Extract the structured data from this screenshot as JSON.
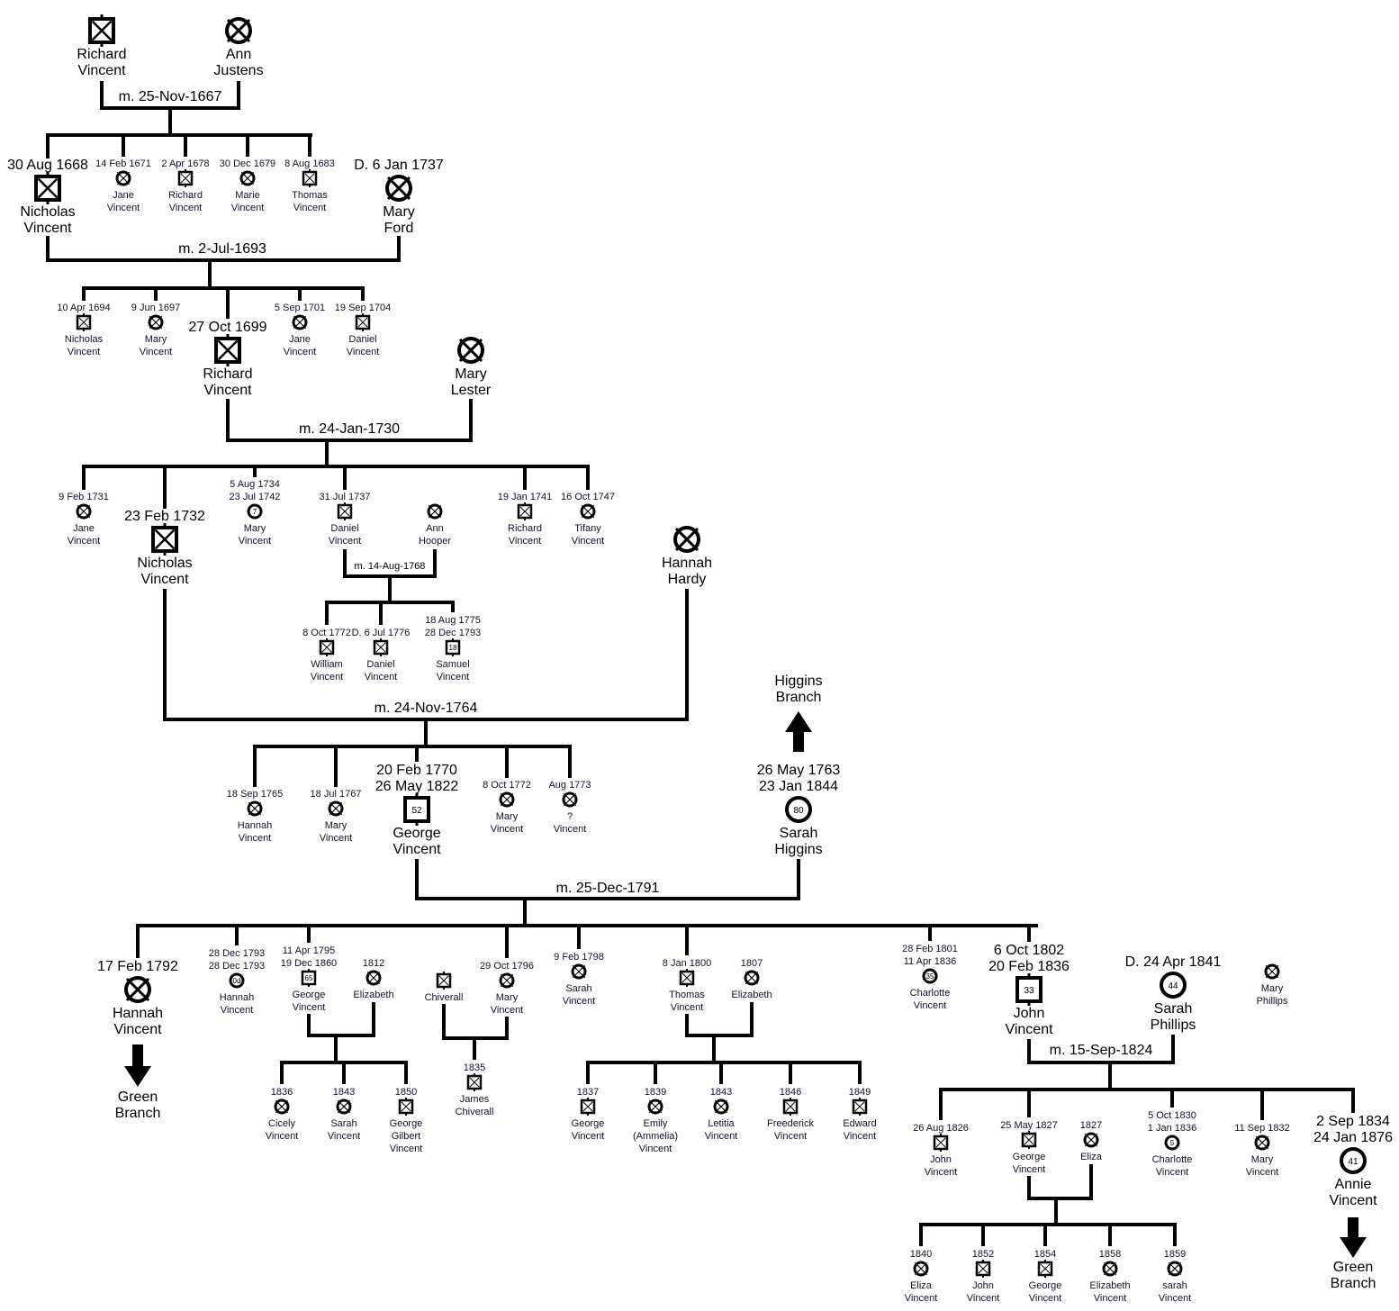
{
  "title": "Vincent family tree",
  "people": {
    "richard1": {
      "sex": "M",
      "dates": [],
      "name": [
        "Richard",
        "Vincent"
      ]
    },
    "ann": {
      "sex": "F",
      "dates": [],
      "name": [
        "Ann",
        "Justens"
      ]
    },
    "nicholas1": {
      "sex": "M",
      "dates": [
        "30 Aug 1668"
      ],
      "name": [
        "Nicholas",
        "Vincent"
      ]
    },
    "jane1": {
      "sex": "F",
      "dates": [
        "14 Feb 1671"
      ],
      "name": [
        "Jane",
        "Vincent"
      ]
    },
    "richard2": {
      "sex": "M",
      "dates": [
        "2 Apr 1678"
      ],
      "name": [
        "Richard",
        "Vincent"
      ]
    },
    "marie": {
      "sex": "F",
      "dates": [
        "30 Dec 1679"
      ],
      "name": [
        "Marie",
        "Vincent"
      ]
    },
    "thomas1": {
      "sex": "M",
      "dates": [
        "8 Aug 1683"
      ],
      "name": [
        "Thomas",
        "Vincent"
      ]
    },
    "maryford": {
      "sex": "F",
      "dates": [
        "D. 6 Jan 1737"
      ],
      "name": [
        "Mary",
        "Ford"
      ]
    },
    "nicholas2": {
      "sex": "M",
      "dates": [
        "10 Apr 1694"
      ],
      "name": [
        "Nicholas",
        "Vincent"
      ]
    },
    "mary1": {
      "sex": "F",
      "dates": [
        "9 Jun 1697"
      ],
      "name": [
        "Mary",
        "Vincent"
      ]
    },
    "richard3": {
      "sex": "M",
      "dates": [
        "27 Oct 1699"
      ],
      "name": [
        "Richard",
        "Vincent"
      ]
    },
    "jane2": {
      "sex": "F",
      "dates": [
        "5 Sep 1701"
      ],
      "name": [
        "Jane",
        "Vincent"
      ]
    },
    "daniel1": {
      "sex": "M",
      "dates": [
        "19 Sep 1704"
      ],
      "name": [
        "Daniel",
        "Vincent"
      ]
    },
    "marylester": {
      "sex": "F",
      "dates": [],
      "name": [
        "Mary",
        "Lester"
      ]
    },
    "jane3": {
      "sex": "F",
      "dates": [
        "9 Feb 1731"
      ],
      "name": [
        "Jane",
        "Vincent"
      ]
    },
    "nicholas3": {
      "sex": "M",
      "dates": [
        "23 Feb 1732"
      ],
      "name": [
        "Nicholas",
        "Vincent"
      ]
    },
    "mary2": {
      "sex": "F",
      "dates": [
        "5 Aug 1734",
        "23 Jul 1742"
      ],
      "name": [
        "Mary",
        "Vincent"
      ],
      "age": "7"
    },
    "daniel2": {
      "sex": "M",
      "dates": [
        "31 Jul 1737"
      ],
      "name": [
        "Daniel",
        "Vincent"
      ]
    },
    "annhooper": {
      "sex": "F",
      "dates": [],
      "name": [
        "Ann",
        "Hooper"
      ]
    },
    "richard4": {
      "sex": "M",
      "dates": [
        "19 Jan 1741"
      ],
      "name": [
        "Richard",
        "Vincent"
      ]
    },
    "tifany": {
      "sex": "F",
      "dates": [
        "16 Oct 1747"
      ],
      "name": [
        "Tifany",
        "Vincent"
      ]
    },
    "william": {
      "sex": "M",
      "dates": [
        "8 Oct 1772"
      ],
      "name": [
        "William",
        "Vincent"
      ]
    },
    "daniel3": {
      "sex": "M",
      "dates": [
        "D. 6 Jul 1776"
      ],
      "name": [
        "Daniel",
        "Vincent"
      ]
    },
    "samuel": {
      "sex": "M",
      "dates": [
        "18 Aug 1775",
        "28 Dec 1793"
      ],
      "name": [
        "Samuel",
        "Vincent"
      ],
      "age": "18"
    },
    "hannahhardy": {
      "sex": "F",
      "dates": [],
      "name": [
        "Hannah",
        "Hardy"
      ]
    },
    "hannah1": {
      "sex": "F",
      "dates": [
        "18 Sep 1765"
      ],
      "name": [
        "Hannah",
        "Vincent"
      ]
    },
    "mary3": {
      "sex": "F",
      "dates": [
        "18 Jul 1767"
      ],
      "name": [
        "Mary",
        "Vincent"
      ]
    },
    "george1": {
      "sex": "M",
      "dates": [
        "20 Feb 1770",
        "26 May 1822"
      ],
      "name": [
        "George",
        "Vincent"
      ],
      "age": "52"
    },
    "mary4": {
      "sex": "F",
      "dates": [
        "8 Oct 1772"
      ],
      "name": [
        "Mary",
        "Vincent"
      ]
    },
    "unknown": {
      "sex": "F",
      "dates": [
        "Aug 1773"
      ],
      "name": [
        "?",
        "Vincent"
      ]
    },
    "sarahhiggins": {
      "sex": "F",
      "dates": [
        "26 May 1763",
        "23 Jan 1844"
      ],
      "name": [
        "Sarah",
        "Higgins"
      ],
      "age": "80"
    },
    "hannah2": {
      "sex": "F",
      "dates": [
        "17 Feb 1792"
      ],
      "name": [
        "Hannah",
        "Vincent"
      ]
    },
    "hannah3": {
      "sex": "F",
      "dates": [
        "28 Dec 1793",
        "28 Dec 1793"
      ],
      "name": [
        "Hannah",
        "Vincent"
      ],
      "age": "0d"
    },
    "george2": {
      "sex": "M",
      "dates": [
        "11 Apr 1795",
        "19 Dec 1860"
      ],
      "name": [
        "George",
        "Vincent"
      ],
      "age": "65"
    },
    "elizabeth1": {
      "sex": "F",
      "dates": [
        "1812"
      ],
      "name": [
        "Elizabeth"
      ]
    },
    "cicely": {
      "sex": "F",
      "dates": [
        "1836"
      ],
      "name": [
        "Cicely",
        "Vincent"
      ]
    },
    "sarah1": {
      "sex": "F",
      "dates": [
        "1843"
      ],
      "name": [
        "Sarah",
        "Vincent"
      ]
    },
    "georgegilbert": {
      "sex": "M",
      "dates": [
        "1850"
      ],
      "name": [
        "George",
        "Gilbert",
        "Vincent"
      ]
    },
    "chiverall": {
      "sex": "M",
      "dates": [],
      "name": [
        "Chiverall"
      ]
    },
    "mary5": {
      "sex": "F",
      "dates": [
        "29 Oct 1796"
      ],
      "name": [
        "Mary",
        "Vincent"
      ]
    },
    "james": {
      "sex": "M",
      "dates": [
        "1835"
      ],
      "name": [
        "James",
        "Chiverall"
      ]
    },
    "sarah2": {
      "sex": "F",
      "dates": [
        "9 Feb 1798"
      ],
      "name": [
        "Sarah",
        "Vincent"
      ]
    },
    "thomas2": {
      "sex": "M",
      "dates": [
        "8 Jan 1800"
      ],
      "name": [
        "Thomas",
        "Vincent"
      ]
    },
    "elizabeth2": {
      "sex": "F",
      "dates": [
        "1807"
      ],
      "name": [
        "Elizabeth"
      ]
    },
    "george3": {
      "sex": "M",
      "dates": [
        "1837"
      ],
      "name": [
        "George",
        "Vincent"
      ]
    },
    "emily": {
      "sex": "F",
      "dates": [
        "1839"
      ],
      "name": [
        "Emily",
        "(Ammelia)",
        "Vincent"
      ]
    },
    "letitia": {
      "sex": "F",
      "dates": [
        "1843"
      ],
      "name": [
        "Letitia",
        "Vincent"
      ]
    },
    "freederick": {
      "sex": "M",
      "dates": [
        "1846"
      ],
      "name": [
        "Freederick",
        "Vincent"
      ]
    },
    "edward": {
      "sex": "M",
      "dates": [
        "1849"
      ],
      "name": [
        "Edward",
        "Vincent"
      ]
    },
    "charlotte1": {
      "sex": "F",
      "dates": [
        "28 Feb 1801",
        "11 Apr 1836"
      ],
      "name": [
        "Charlotte",
        "Vincent"
      ],
      "age": "35"
    },
    "john1": {
      "sex": "M",
      "dates": [
        "6 Oct 1802",
        "20 Feb 1836"
      ],
      "name": [
        "John",
        "Vincent"
      ],
      "age": "33"
    },
    "sarahphillips": {
      "sex": "F",
      "dates": [
        "D. 24 Apr 1841"
      ],
      "name": [
        "Sarah",
        "Phillips"
      ],
      "age": "44"
    },
    "maryphillips": {
      "sex": "F",
      "dates": [],
      "name": [
        "Mary",
        "Phillips"
      ]
    },
    "john2": {
      "sex": "M",
      "dates": [
        "26 Aug 1826"
      ],
      "name": [
        "John",
        "Vincent"
      ]
    },
    "george4": {
      "sex": "M",
      "dates": [
        "25 May 1827"
      ],
      "name": [
        "George",
        "Vincent"
      ]
    },
    "eliza1": {
      "sex": "F",
      "dates": [
        "1827"
      ],
      "name": [
        "Eliza"
      ]
    },
    "charlotte2": {
      "sex": "F",
      "dates": [
        "5 Oct 1830",
        "1 Jan 1836"
      ],
      "name": [
        "Charlotte",
        "Vincent"
      ],
      "age": "5"
    },
    "mary6": {
      "sex": "F",
      "dates": [
        "11 Sep 1832"
      ],
      "name": [
        "Mary",
        "Vincent"
      ]
    },
    "annie": {
      "sex": "F",
      "dates": [
        "2 Sep 1834",
        "24 Jan 1876"
      ],
      "name": [
        "Annie",
        "Vincent"
      ],
      "age": "41"
    },
    "eliza2": {
      "sex": "F",
      "dates": [
        "1840"
      ],
      "name": [
        "Eliza",
        "Vincent"
      ]
    },
    "john3": {
      "sex": "M",
      "dates": [
        "1852"
      ],
      "name": [
        "John",
        "Vincent"
      ]
    },
    "george5": {
      "sex": "M",
      "dates": [
        "1854"
      ],
      "name": [
        "George",
        "Vincent"
      ]
    },
    "elizabeth3": {
      "sex": "F",
      "dates": [
        "1858"
      ],
      "name": [
        "Elizabeth",
        "Vincent"
      ]
    },
    "sarah3": {
      "sex": "F",
      "dates": [
        "1859"
      ],
      "name": [
        "sarah",
        "Vincent"
      ]
    }
  },
  "marriages": [
    {
      "label": "m. 25-Nov-1667"
    },
    {
      "label": "m. 2-Jul-1693"
    },
    {
      "label": "m. 24-Jan-1730"
    },
    {
      "label": "m. 14-Aug-1768"
    },
    {
      "label": "m. 24-Nov-1764"
    },
    {
      "label": "m. 25-Dec-1791"
    },
    {
      "label": "m. 15-Sep-1824"
    }
  ],
  "branches": [
    {
      "label": [
        "Higgins",
        "Branch"
      ],
      "direction": "up"
    },
    {
      "label": [
        "Green",
        "Branch"
      ],
      "direction": "down"
    },
    {
      "label": [
        "Green",
        "Branch"
      ],
      "direction": "down"
    }
  ]
}
